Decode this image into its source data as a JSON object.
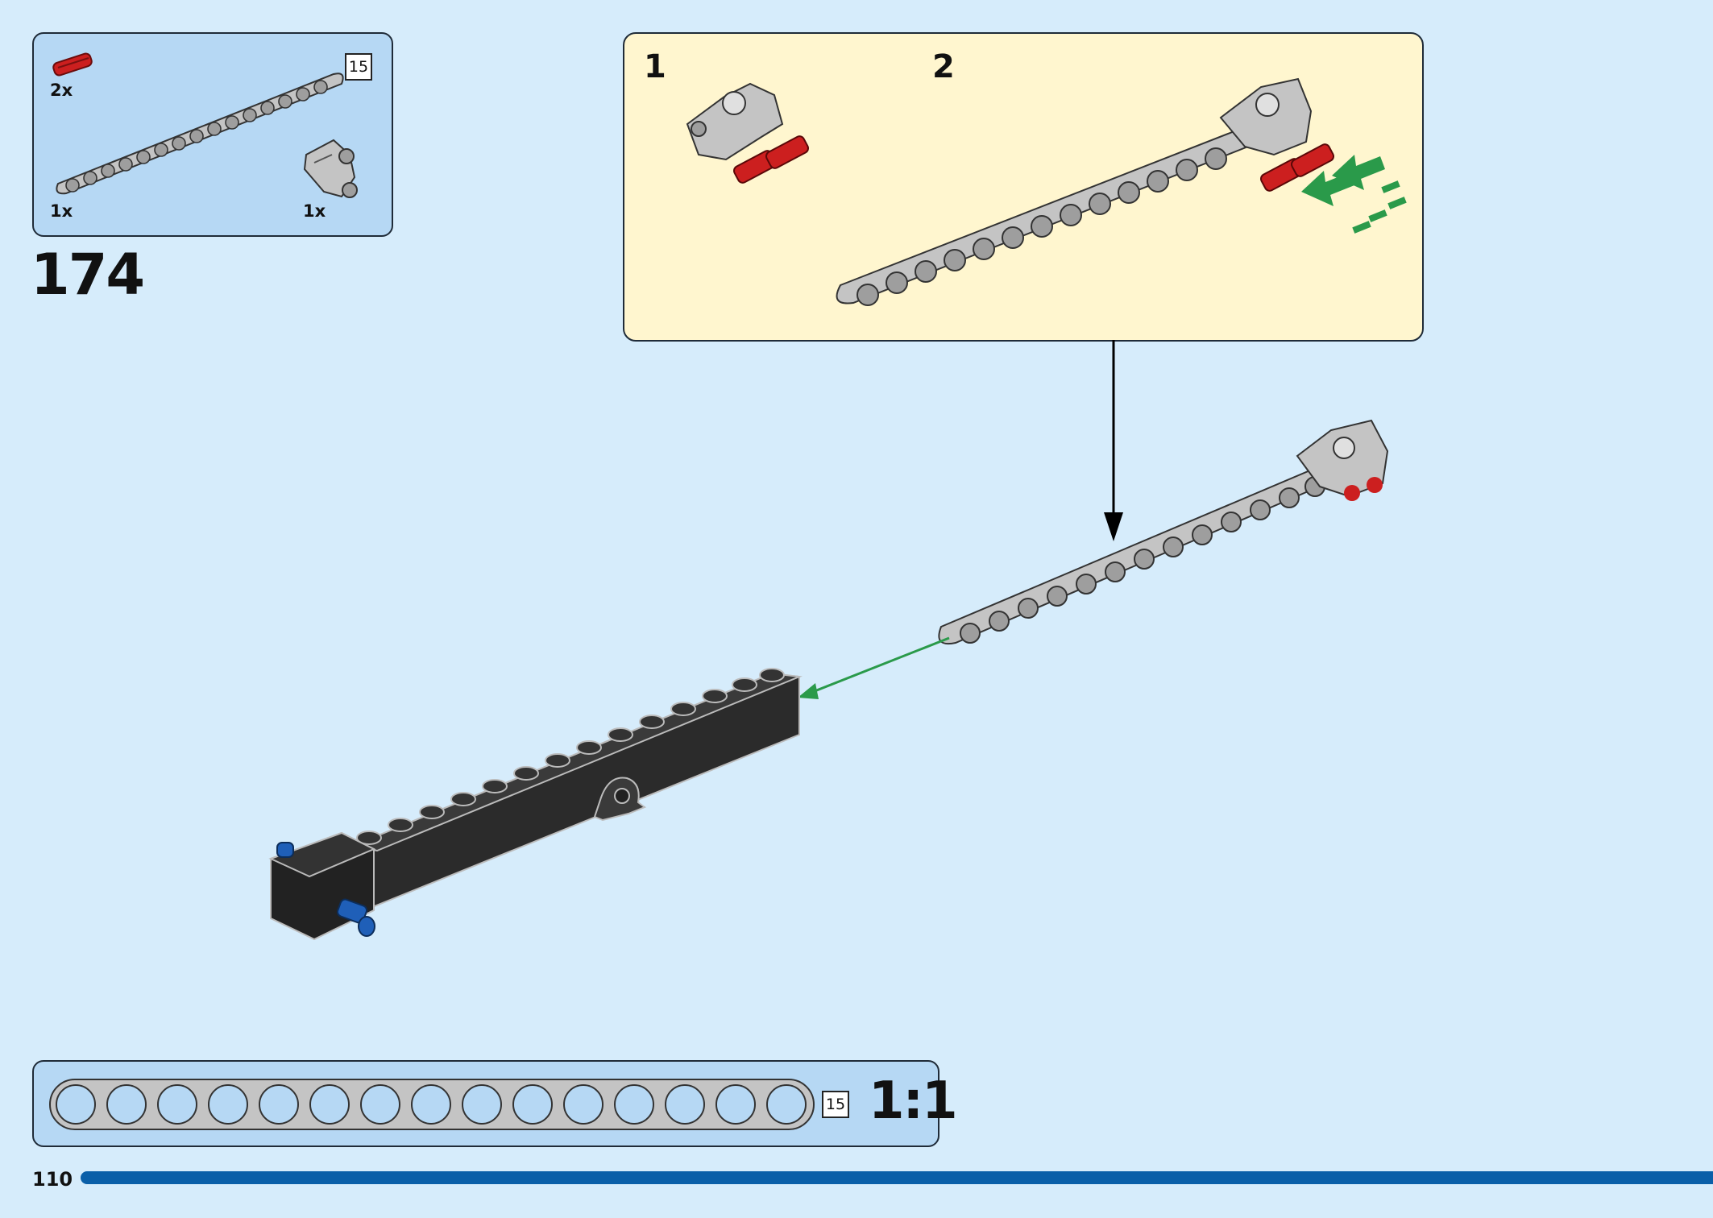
{
  "parts_list": {
    "items": [
      {
        "name": "red-axle-pin",
        "quantity": "2x",
        "color": "#cc1f1f"
      },
      {
        "name": "grey-beam-15",
        "quantity": "1x",
        "length_badge": "15",
        "color": "#b8b8b8"
      },
      {
        "name": "grey-angle-connector",
        "quantity": "1x",
        "color": "#b8b8b8"
      }
    ]
  },
  "step": {
    "number": "174"
  },
  "sub_assembly": {
    "steps": [
      {
        "number": "1"
      },
      {
        "number": "2"
      }
    ]
  },
  "ruler": {
    "length_badge": "15",
    "scale_label": "1:1"
  },
  "footer": {
    "page_number": "110",
    "progress_color": "#0a5fa8"
  },
  "colors": {
    "background": "#d6ecfb",
    "callout_yellow": "#fff6cf",
    "parts_blue": "#b6d8f4",
    "arrow_green": "#2a9a4a"
  }
}
